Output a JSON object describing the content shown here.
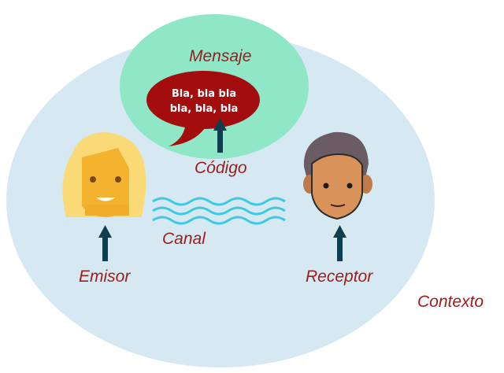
{
  "labels": {
    "mensaje": "Mensaje",
    "codigo": "Código",
    "canal": "Canal",
    "emisor": "Emisor",
    "receptor": "Receptor",
    "contexto": "Contexto"
  },
  "speech_bubble": {
    "line_1": "Bla, bla bla",
    "line_2": "bla, bla, bla"
  },
  "colors": {
    "context_fill": "#d6e9f3",
    "message_fill": "#8fe7c8",
    "bubble_fill": "#a30d0d",
    "label_text": "#9b1c1c",
    "arrow": "#0f3f4f",
    "channel_waves": "#3ec9e6"
  },
  "icons": {
    "sender": "woman-avatar-icon",
    "receiver": "man-avatar-icon"
  }
}
